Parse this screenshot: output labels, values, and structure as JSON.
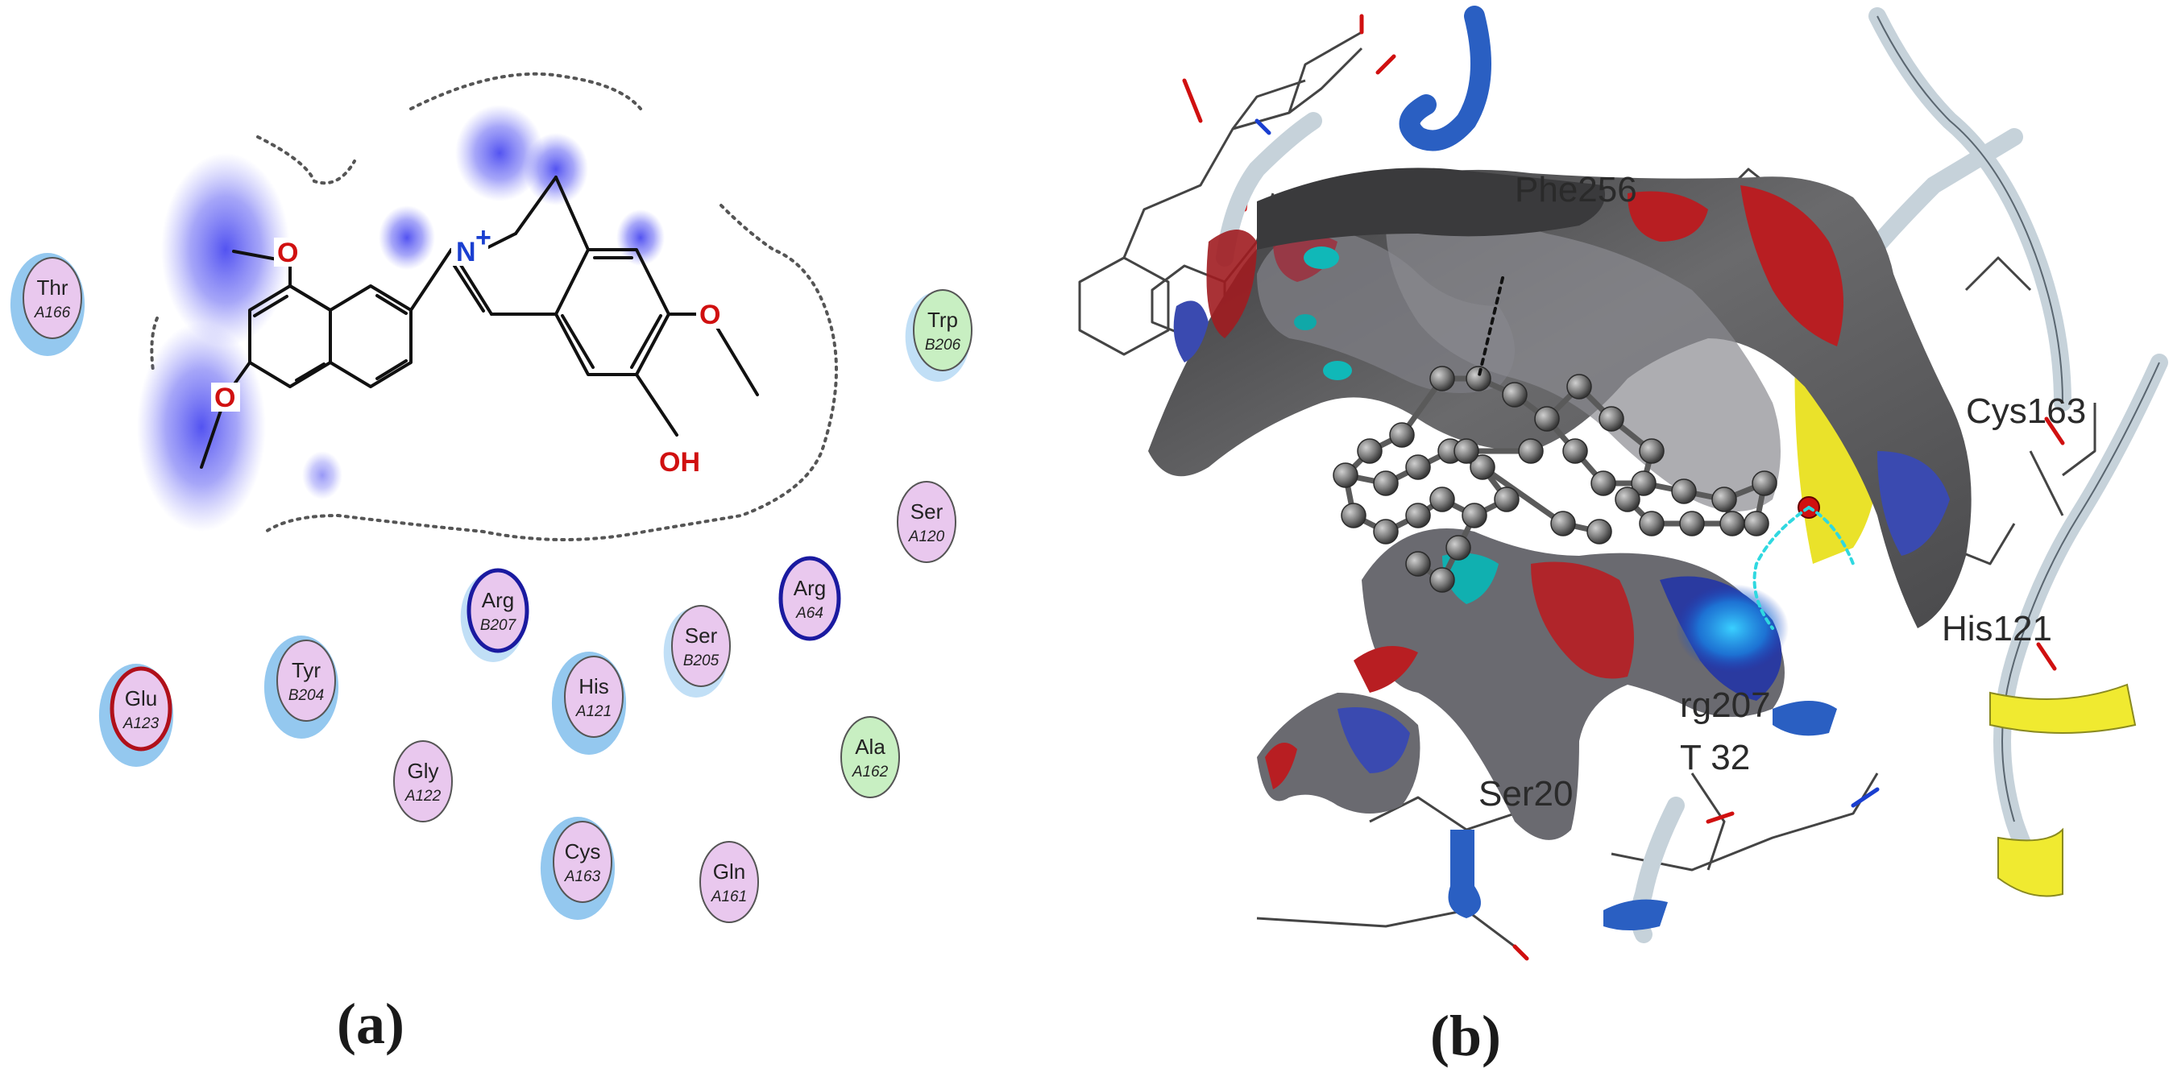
{
  "panels": [
    {
      "id": "a",
      "label": "(a)"
    },
    {
      "id": "b",
      "label": "(b)"
    }
  ],
  "ligand_atoms": {
    "nitrogen": "N",
    "charge": "+",
    "oxygen": "O",
    "hydroxyl": "OH"
  },
  "residues_2d": [
    {
      "name": "Thr",
      "chain": "A166",
      "type": "polar",
      "exposure": "high"
    },
    {
      "name": "Trp",
      "chain": "B206",
      "type": "hydrophobic",
      "exposure": "low"
    },
    {
      "name": "Ser",
      "chain": "A120",
      "type": "polar",
      "exposure": "none"
    },
    {
      "name": "Arg",
      "chain": "B207",
      "type": "basic",
      "exposure": "low"
    },
    {
      "name": "Arg",
      "chain": "A64",
      "type": "basic",
      "exposure": "none"
    },
    {
      "name": "Glu",
      "chain": "A123",
      "type": "acidic",
      "exposure": "high"
    },
    {
      "name": "Tyr",
      "chain": "B204",
      "type": "polar",
      "exposure": "high"
    },
    {
      "name": "His",
      "chain": "A121",
      "type": "polar",
      "exposure": "high"
    },
    {
      "name": "Ser",
      "chain": "B205",
      "type": "polar",
      "exposure": "low"
    },
    {
      "name": "Ala",
      "chain": "A162",
      "type": "hydrophobic",
      "exposure": "none"
    },
    {
      "name": "Gly",
      "chain": "A122",
      "type": "polar",
      "exposure": "none"
    },
    {
      "name": "Cys",
      "chain": "A163",
      "type": "polar",
      "exposure": "high"
    },
    {
      "name": "Gln",
      "chain": "A161",
      "type": "polar",
      "exposure": "none"
    }
  ],
  "residues_3d": [
    {
      "label": "Phe256"
    },
    {
      "label": "Cys163"
    },
    {
      "label": "His121"
    },
    {
      "label": "rg207"
    },
    {
      "label": "T 32"
    },
    {
      "label": "Ser20"
    }
  ],
  "colors": {
    "polar_fill": "#e9c8ee",
    "polar_border": "#555555",
    "hydrophobic_fill": "#c8efc2",
    "basic_border": "#1a1aa0",
    "acidic_border": "#b0101a",
    "exposure_halo": "#8ec5ee",
    "ligand_halo": "#5a5af2",
    "oxygen": "#d01010",
    "nitrogen": "#1a3fd0",
    "surface_gray": "#5e5e60",
    "ribbon_light": "#c8d4dc",
    "ribbon_blue": "#2a5fc2",
    "ribbon_yellow": "#f0ea30"
  }
}
